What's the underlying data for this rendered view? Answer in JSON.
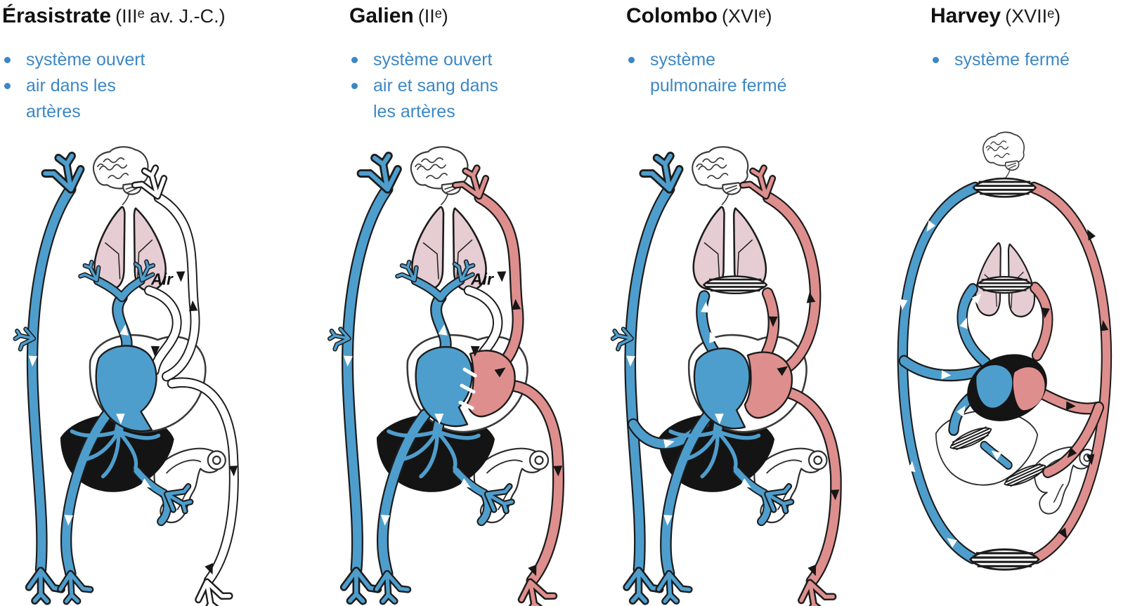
{
  "page": {
    "background": "#ffffff"
  },
  "colors": {
    "bullet_text": "#3C87C4",
    "heading_text": "#111111",
    "vein_blue": "#4E9ECD",
    "artery_red": "#DE8F8D",
    "artery_air_white": "#FFFFFF",
    "lung_pink": "#E5CDD3",
    "organ_black": "#141414"
  },
  "diagram_elements": [
    "brain",
    "lungs",
    "heart",
    "liver",
    "intestine",
    "veins",
    "arteries",
    "capillary-beds",
    "flow-arrows"
  ],
  "panels": [
    {
      "id": "erasistrate",
      "title": "Érasistrate",
      "period": "(IIIᵉ av. J.-C.)",
      "bullets": [
        "système ouvert",
        "air dans les\nartères"
      ],
      "air_label": "Air"
    },
    {
      "id": "galien",
      "title": "Galien",
      "period": "(IIᵉ)",
      "bullets": [
        "système ouvert",
        "air et sang dans\nles artères"
      ],
      "air_label": "Air"
    },
    {
      "id": "colombo",
      "title": "Colombo",
      "period": "(XVIᵉ)",
      "bullets": [
        "système\npulmonaire fermé"
      ]
    },
    {
      "id": "harvey",
      "title": "Harvey",
      "period": "(XVIIᵉ)",
      "bullets": [
        "système fermé"
      ]
    }
  ]
}
